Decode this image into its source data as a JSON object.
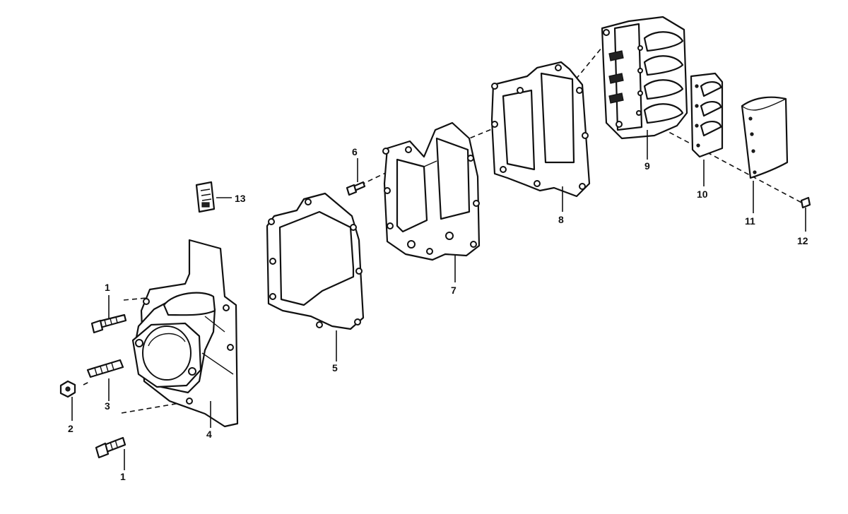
{
  "callouts": {
    "c1a": "1",
    "c1b": "1",
    "c2": "2",
    "c3": "3",
    "c4": "4",
    "c5": "5",
    "c6": "6",
    "c7": "7",
    "c8": "8",
    "c9": "9",
    "c10": "10",
    "c11": "11",
    "c12": "12",
    "c13": "13"
  }
}
